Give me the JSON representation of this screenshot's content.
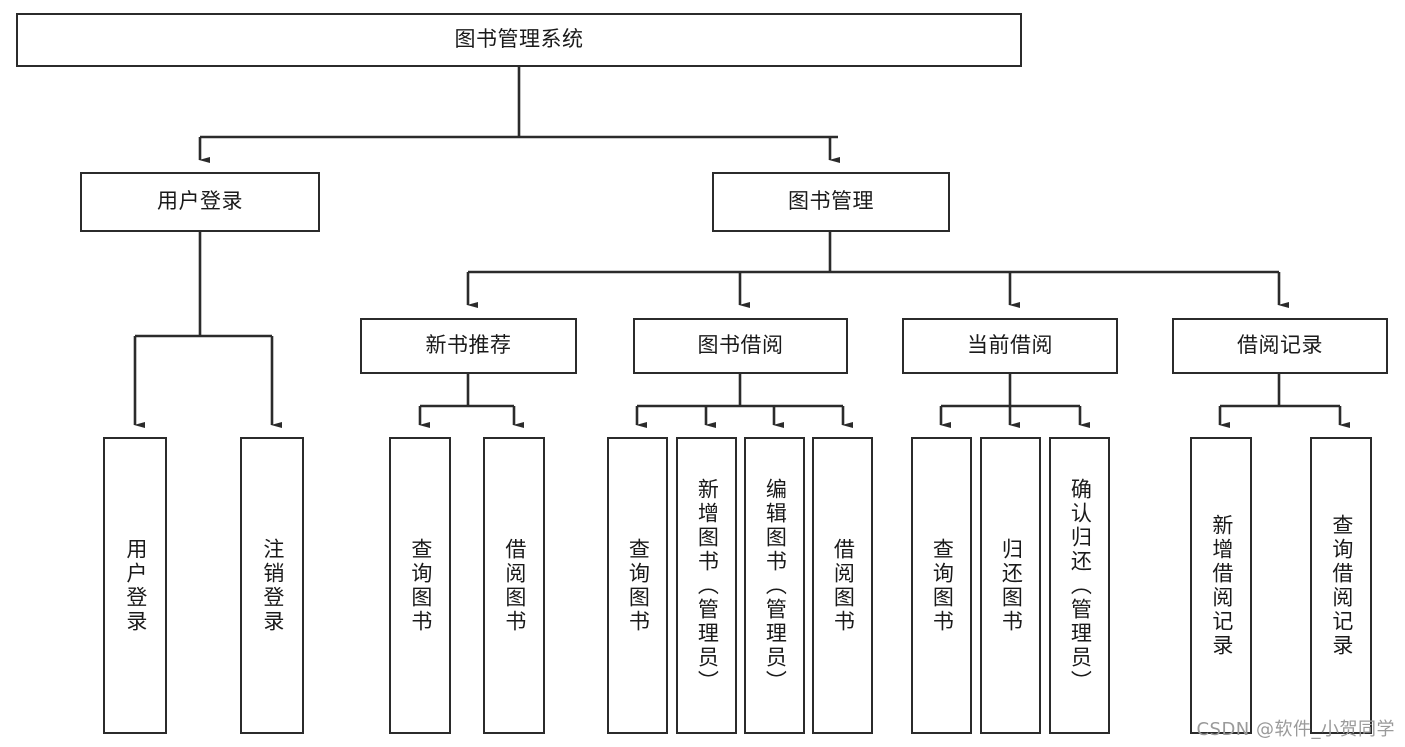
{
  "diagram": {
    "title": "图书管理系统",
    "type": "hierarchy-tree",
    "root": {
      "label": "图书管理系统",
      "name": "node-root-system"
    },
    "level2": [
      {
        "label": "用户登录",
        "name": "node-user-login"
      },
      {
        "label": "图书管理",
        "name": "node-book-management"
      }
    ],
    "level3": [
      {
        "label": "新书推荐",
        "name": "node-new-book-recommend"
      },
      {
        "label": "图书借阅",
        "name": "node-book-borrow"
      },
      {
        "label": "当前借阅",
        "name": "node-current-borrow"
      },
      {
        "label": "借阅记录",
        "name": "node-borrow-record"
      }
    ],
    "leaves_user_login": [
      {
        "label": "用户登录",
        "name": "leaf-user-login"
      },
      {
        "label": "注销登录",
        "name": "leaf-logout-login"
      }
    ],
    "leaves_new_book": [
      {
        "label": "查询图书",
        "name": "leaf-query-book-1"
      },
      {
        "label": "借阅图书",
        "name": "leaf-borrow-book-1"
      }
    ],
    "leaves_book_borrow": [
      {
        "label": "查询图书",
        "name": "leaf-query-book-2"
      },
      {
        "label": "新增图书（管理员）",
        "name": "leaf-add-book-admin"
      },
      {
        "label": "编辑图书（管理员）",
        "name": "leaf-edit-book-admin"
      },
      {
        "label": "借阅图书",
        "name": "leaf-borrow-book-2"
      }
    ],
    "leaves_current_borrow": [
      {
        "label": "查询图书",
        "name": "leaf-query-book-3"
      },
      {
        "label": "归还图书",
        "name": "leaf-return-book"
      },
      {
        "label": "确认归还（管理员）",
        "name": "leaf-confirm-return-admin"
      }
    ],
    "leaves_borrow_record": [
      {
        "label": "新增借阅记录",
        "name": "leaf-add-borrow-record"
      },
      {
        "label": "查询借阅记录",
        "name": "leaf-query-borrow-record"
      }
    ],
    "watermark": "CSDN @软件_小贺同学",
    "colors": {
      "stroke": "#2b2b2b",
      "background": "#ffffff",
      "text": "#1a1a1a",
      "watermark": "#9a9a9a"
    }
  }
}
